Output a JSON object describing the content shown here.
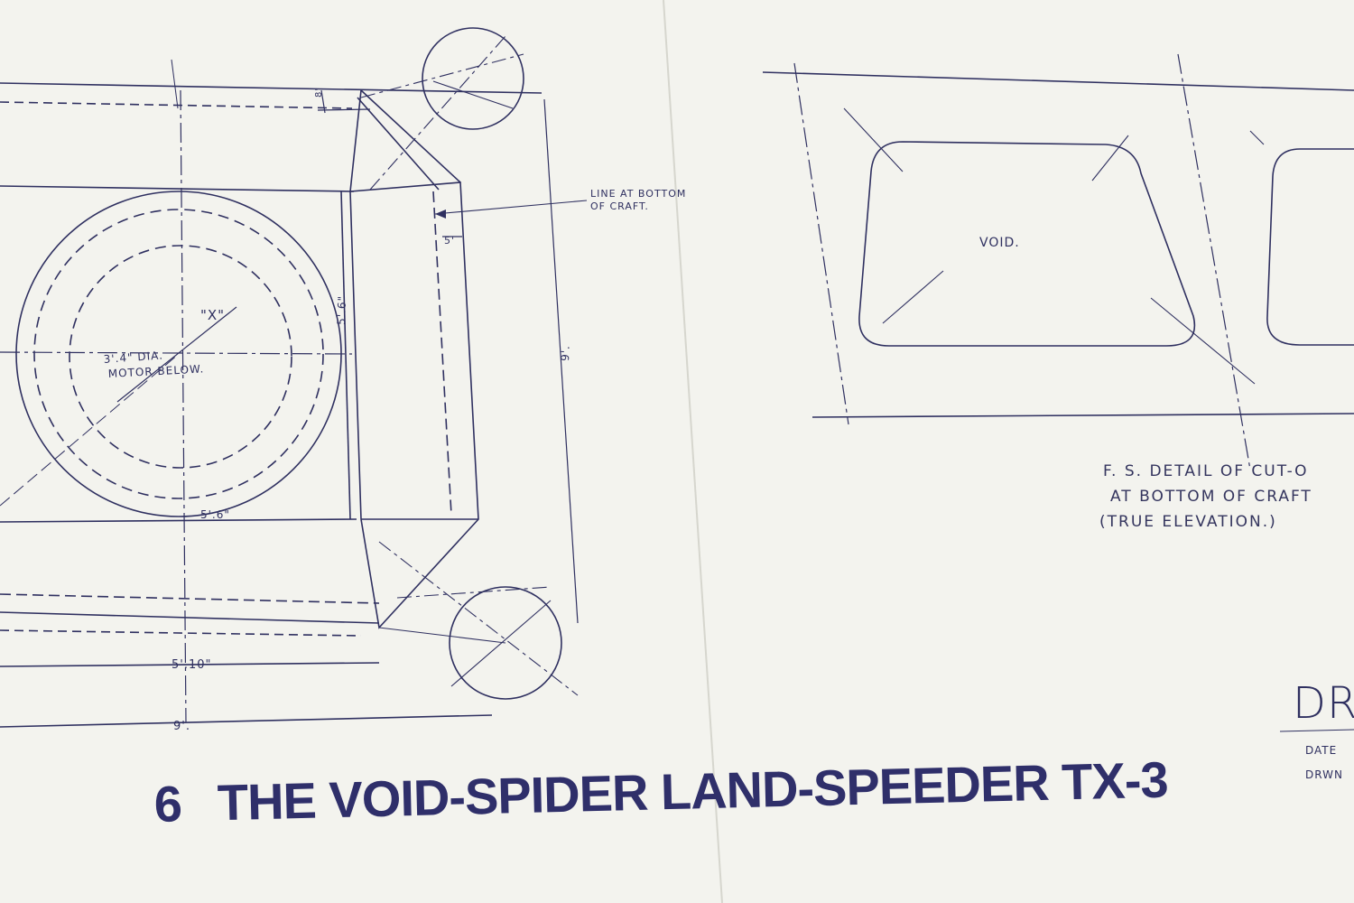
{
  "plate": {
    "number": "6",
    "title": "THE VOID-SPIDER LAND-SPEEDER TX-3"
  },
  "labels": {
    "line_at_bottom": [
      "LINE AT BOTTOM",
      "OF CRAFT."
    ],
    "motor": [
      "3'.4\" DIA.",
      "MOTOR BELOW."
    ],
    "center_mark": "\"X\"",
    "void": "VOID.",
    "dim_top": "8'",
    "dim_5": "5'",
    "dim_5_6_vertical": "5'.6\"",
    "dim_9_vertical": "9'.",
    "dim_5_6": "5'.6\"",
    "dim_5_10": "5'.10\"",
    "dim_9": "9'."
  },
  "detail_note": {
    "lines": [
      "F. S. DETAIL OF CUT-O",
      "AT BOTTOM OF CRAFT",
      "(TRUE ELEVATION.)"
    ]
  },
  "title_block": {
    "drawn_by_mark": "DR",
    "date_label": "DATE",
    "drwn_label": "DRWN"
  },
  "colors": {
    "paper": "#f3f3ee",
    "ink": "#2f3060",
    "title_ink": "#2f2f6a"
  }
}
